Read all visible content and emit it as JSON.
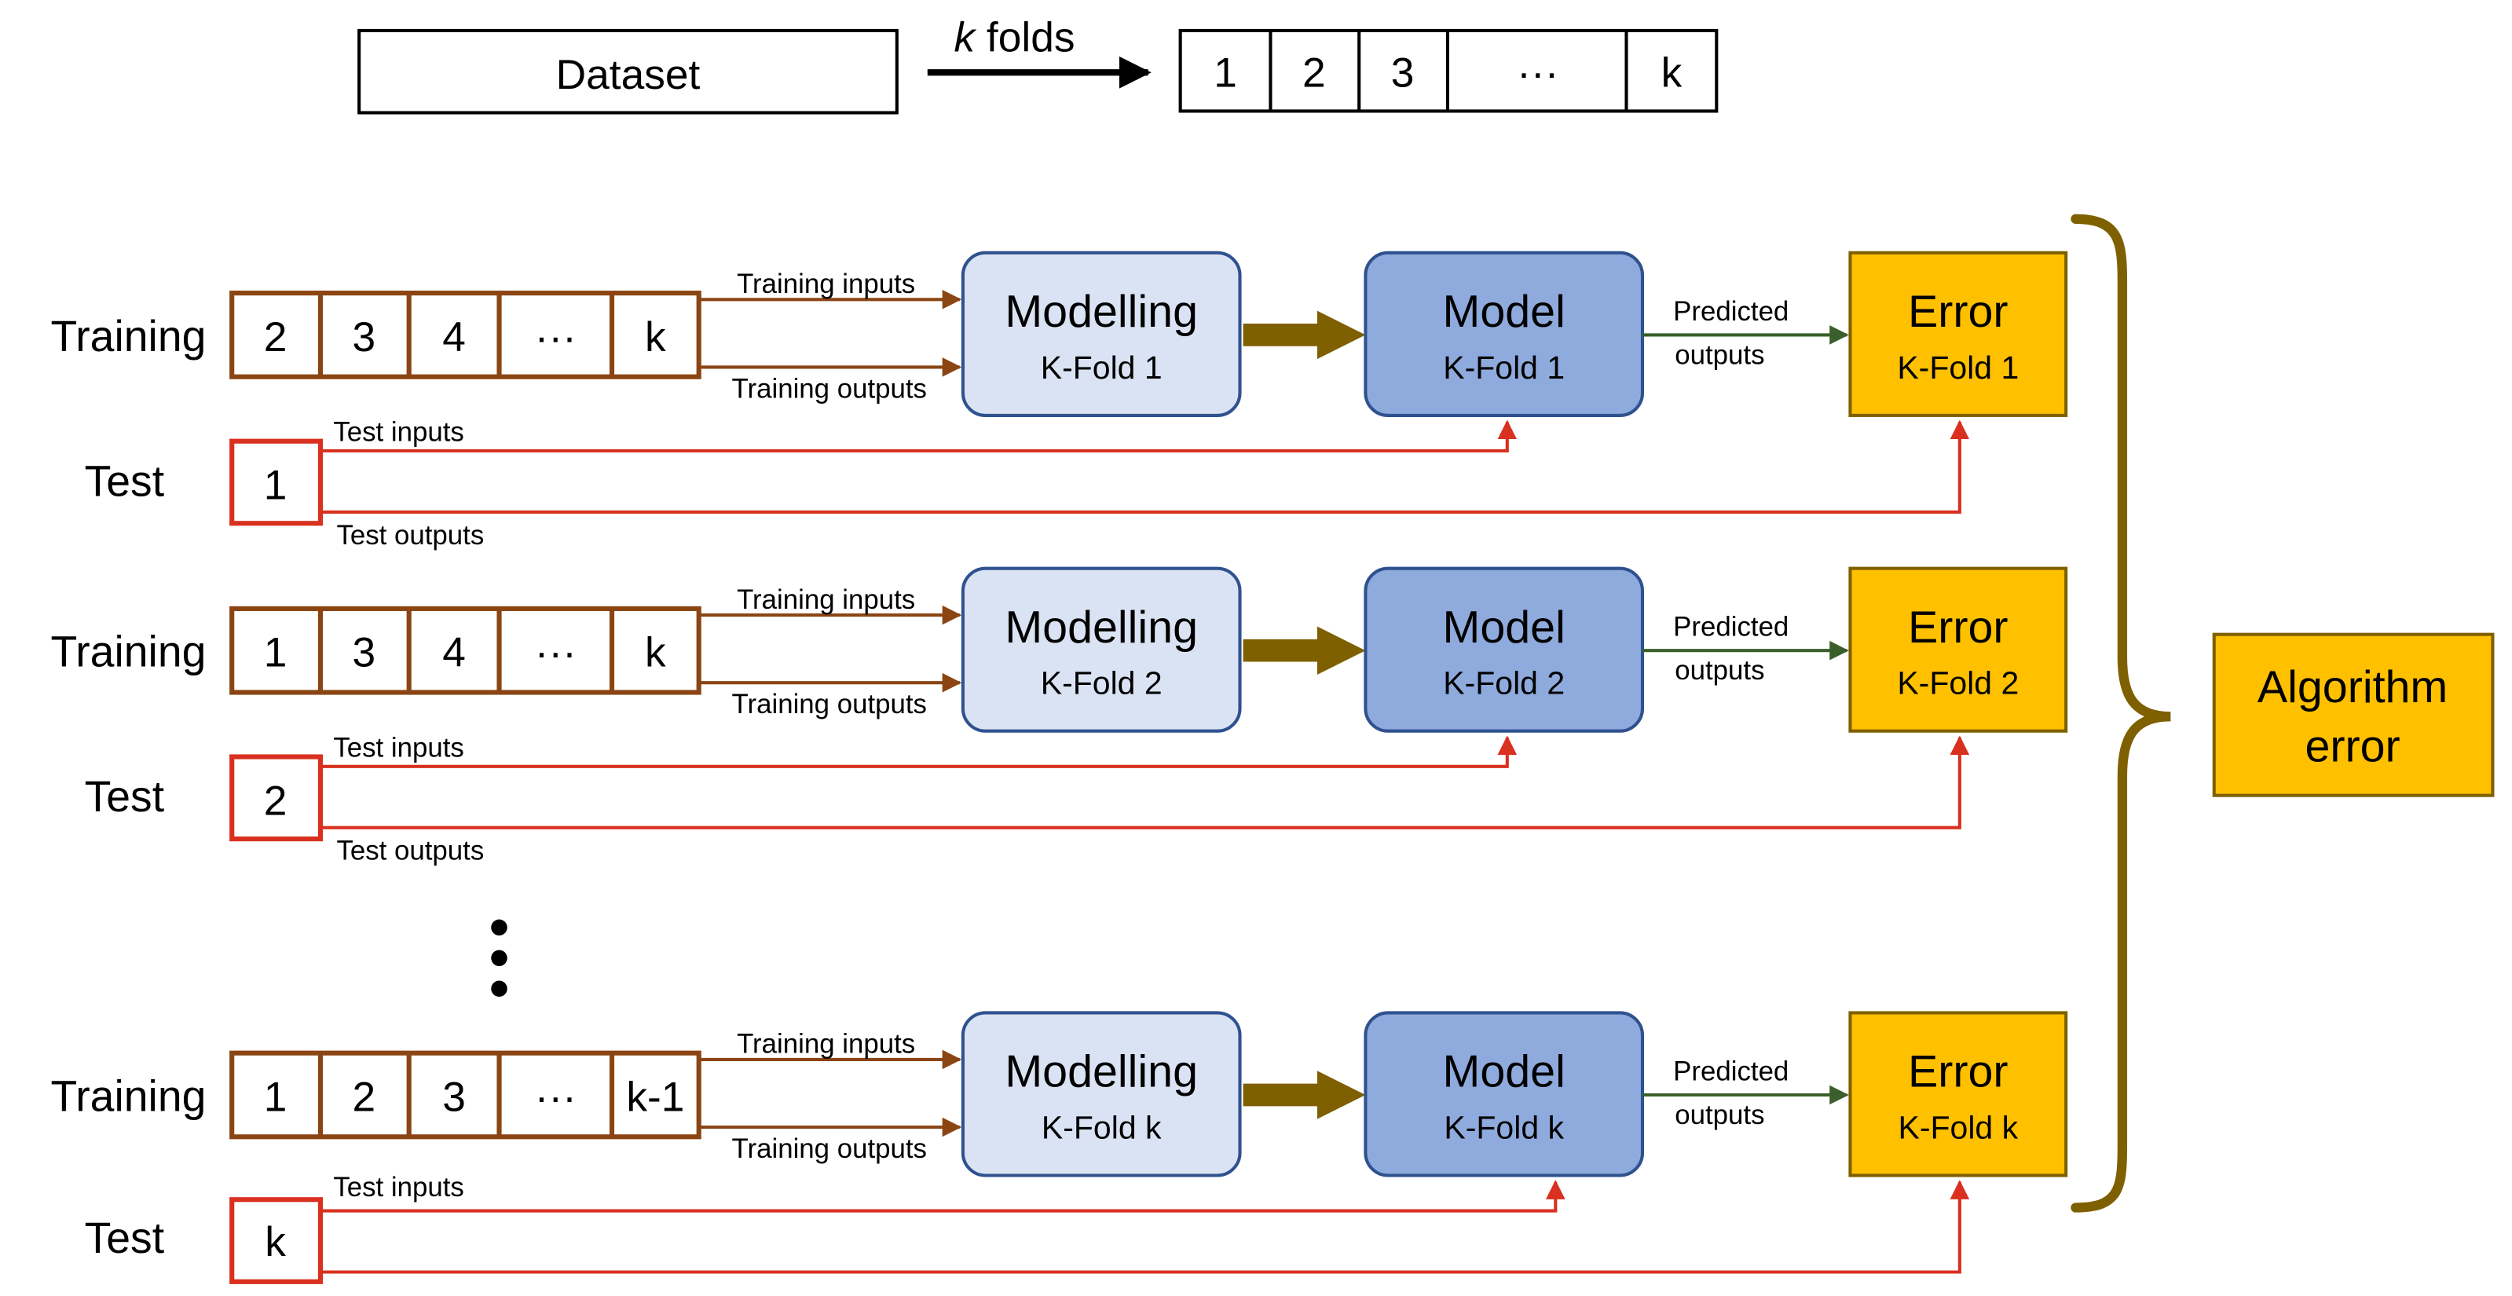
{
  "colors": {
    "training": "#8B4513",
    "test": "#D9301F",
    "modelling_fill": "#DAE3F3",
    "model_fill": "#8FAADC",
    "box_border": "#2F528F",
    "error_fill": "#FFC000",
    "error_border": "#7F6000",
    "olive": "#7F6000",
    "predicted": "#3A5F2B"
  },
  "header": {
    "dataset_label": "Dataset",
    "folds_label_k": "k",
    "folds_label_rest": " folds",
    "fold_cells": [
      "1",
      "2",
      "3",
      "···",
      "k"
    ]
  },
  "folds": [
    {
      "training_label": "Training",
      "training_cells": [
        "2",
        "3",
        "4",
        "···",
        "k"
      ],
      "test_label": "Test",
      "test_cell": "1",
      "training_inputs_label": "Training inputs",
      "training_outputs_label": "Training outputs",
      "test_inputs_label": "Test inputs",
      "test_outputs_label": "Test outputs",
      "modelling_title": "Modelling",
      "modelling_sub": "K-Fold 1",
      "model_title": "Model",
      "model_sub": "K-Fold 1",
      "predicted_label_1": "Predicted",
      "predicted_label_2": "outputs",
      "error_title": "Error",
      "error_sub": "K-Fold 1"
    },
    {
      "training_label": "Training",
      "training_cells": [
        "1",
        "3",
        "4",
        "···",
        "k"
      ],
      "test_label": "Test",
      "test_cell": "2",
      "training_inputs_label": "Training inputs",
      "training_outputs_label": "Training outputs",
      "test_inputs_label": "Test inputs",
      "test_outputs_label": "Test outputs",
      "modelling_title": "Modelling",
      "modelling_sub": "K-Fold 2",
      "model_title": "Model",
      "model_sub": "K-Fold 2",
      "predicted_label_1": "Predicted",
      "predicted_label_2": "outputs",
      "error_title": "Error",
      "error_sub": "K-Fold 2"
    },
    {
      "training_label": "Training",
      "training_cells": [
        "1",
        "2",
        "3",
        "···",
        "k-1"
      ],
      "test_label": "Test",
      "test_cell": "k",
      "training_inputs_label": "Training inputs",
      "training_outputs_label": "Training outputs",
      "test_inputs_label": "Test inputs",
      "test_outputs_label": "Test outputs",
      "modelling_title": "Modelling",
      "modelling_sub": "K-Fold k",
      "model_title": "Model",
      "model_sub": "K-Fold k",
      "predicted_label_1": "Predicted",
      "predicted_label_2": "outputs",
      "error_title": "Error",
      "error_sub": "K-Fold k"
    }
  ],
  "algorithm_error": {
    "line1": "Algorithm",
    "line2": "error"
  }
}
